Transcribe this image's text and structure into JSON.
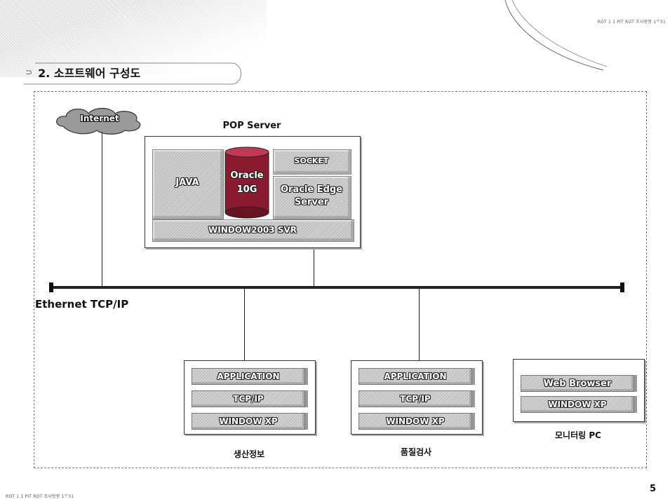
{
  "header": {
    "tag_right": "ROT 1 1 PIT ROT 조사방향 1ᄋ31",
    "tag_bottom": "ROT 1 1 PIT ROT 조사방향 1ᄋ31"
  },
  "slide": {
    "title": "2. 소프트웨어 구성도",
    "page_number": "5"
  },
  "diagram": {
    "internet_label": "Internet",
    "server": {
      "title": "POP Server",
      "java_label": "JAVA",
      "oracle_label_line1": "Oracle",
      "oracle_label_line2": "10G",
      "socket_label": "SOCKET",
      "edge_label_line1": "Oracle Edge",
      "edge_label_line2": "Server",
      "os_label": "WINDOW2003 SVR"
    },
    "network_label": "Ethernet TCP/IP",
    "clients": [
      {
        "caption": "생산정보",
        "layers": [
          "APPLICATION",
          "TCP/IP",
          "WINDOW XP"
        ]
      },
      {
        "caption": "품질검사",
        "layers": [
          "APPLICATION",
          "TCP/IP",
          "WINDOW XP"
        ]
      },
      {
        "caption": "모니터링 PC",
        "layers": [
          "Web Browser",
          "WINDOW XP"
        ]
      }
    ],
    "colors": {
      "cylinder": "#8b1a2e",
      "line": "#222222",
      "layer_fill": "#c4c4c4"
    }
  }
}
